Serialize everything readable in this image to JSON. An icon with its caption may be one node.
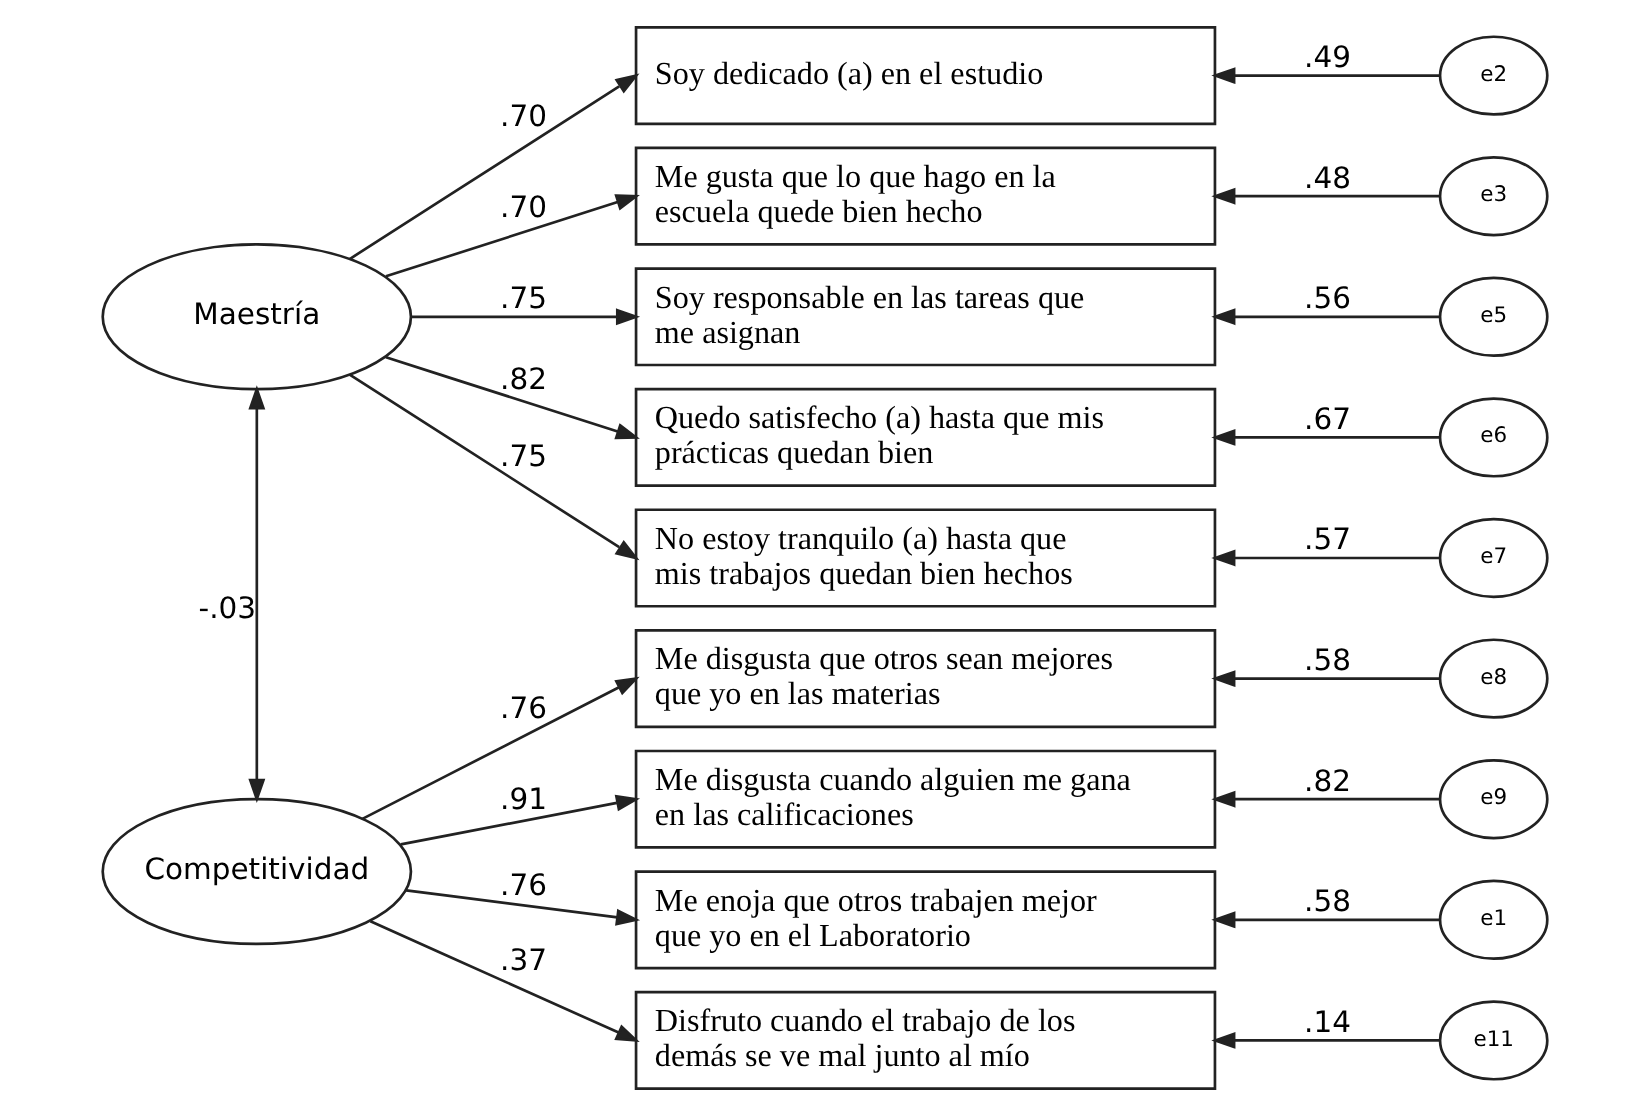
{
  "diagram": {
    "nodes": [
      {
        "text": [
          "Maestría"
        ]
      },
      {
        "text": [
          "Competitividad"
        ]
      },
      {
        "text": [
          "Soy dedicado (a) en el estudio"
        ]
      },
      {
        "text": [
          "Me gusta que lo que hago en la escuela quede bien hecho"
        ]
      },
      {
        "text": [
          "Soy responsable en las tareas que me asignan"
        ]
      },
      {
        "text": [
          "Quedo satisfecho (a) hasta que mis prácticas quedan bien"
        ]
      },
      {
        "text": [
          "No estoy tranquilo (a) hasta que mis trabajos quedan bien hechos"
        ]
      },
      {
        "text": [
          "Me disgusta que otros sean mejores que yo en las materias"
        ]
      },
      {
        "text": [
          "Me disgusta cuando alguien me gana en las calificaciones"
        ]
      },
      {
        "text": [
          "Me enoja que otros trabajen mejor que yo en el Laboratorio"
        ]
      },
      {
        "text": [
          "Disfruto cuando el trabajo de los demás se ve mal junto al mío"
        ]
      },
      {
        "text": [
          "e2"
        ]
      },
      {
        "text": [
          "e3"
        ]
      },
      {
        "text": [
          "e5"
        ]
      },
      {
        "text": [
          "e6"
        ]
      },
      {
        "text": [
          "e7"
        ]
      },
      {
        "text": [
          "e8"
        ]
      },
      {
        "text": [
          "e9"
        ]
      },
      {
        "text": [
          "e1"
        ]
      },
      {
        "text": [
          "e11"
        ]
      }
    ],
    "edges": [
      {
        "from": 0,
        "to": 1,
        "arrow": "both",
        "label": "-.03"
      },
      {
        "from": 0,
        "to": 2,
        "arrow": "to",
        "label": ".70"
      },
      {
        "from": 0,
        "to": 3,
        "arrow": "to",
        "label": ".70"
      },
      {
        "from": 0,
        "to": 4,
        "arrow": "to",
        "label": ".75"
      },
      {
        "from": 0,
        "to": 5,
        "arrow": "to",
        "label": ".82"
      },
      {
        "from": 0,
        "to": 6,
        "arrow": "to",
        "label": ".75"
      },
      {
        "from": 1,
        "to": 7,
        "arrow": "to",
        "label": ".76"
      },
      {
        "from": 1,
        "to": 8,
        "arrow": "to",
        "label": ".91"
      },
      {
        "from": 1,
        "to": 9,
        "arrow": "to",
        "label": ".76"
      },
      {
        "from": 1,
        "to": 10,
        "arrow": "to",
        "label": ".37"
      },
      {
        "from": 11,
        "to": 2,
        "arrow": "to",
        "label": ".49"
      },
      {
        "from": 12,
        "to": 3,
        "arrow": "to",
        "label": ".48"
      },
      {
        "from": 13,
        "to": 4,
        "arrow": "to",
        "label": ".56"
      },
      {
        "from": 14,
        "to": 5,
        "arrow": "to",
        "label": ".67"
      },
      {
        "from": 15,
        "to": 6,
        "arrow": "to",
        "label": ".57"
      },
      {
        "from": 16,
        "to": 7,
        "arrow": "to",
        "label": ".58"
      },
      {
        "from": 17,
        "to": 8,
        "arrow": "to",
        "label": ".82"
      },
      {
        "from": 18,
        "to": 9,
        "arrow": "to",
        "label": ".58"
      },
      {
        "from": 19,
        "to": 10,
        "arrow": "to",
        "label": ".14"
      }
    ]
  }
}
